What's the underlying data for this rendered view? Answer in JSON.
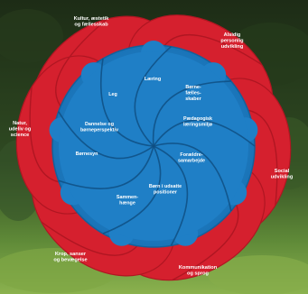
{
  "colors": {
    "outer_ring": "#d5202e",
    "outer_ring_dark": "#b01622",
    "inner_circle": "#1f7fc6",
    "inner_circle_dark": "#15609a",
    "forest_dark": "#1d2c16",
    "forest_mid": "#2f4a22",
    "grass": "#8bb24e"
  },
  "outer_labels": [
    {
      "lines": [
        "Kultur, æstetik",
        "og fællesskab"
      ]
    },
    {
      "lines": [
        "Alsidig",
        "personlig",
        "udvikling"
      ]
    },
    {
      "lines": [
        "Social",
        "udvikling"
      ]
    },
    {
      "lines": [
        "Kommunikation",
        "og sprog"
      ]
    },
    {
      "lines": [
        "Krop, sanser",
        "og bevægelse"
      ]
    },
    {
      "lines": [
        "Natur,",
        "udeliv og",
        "science"
      ]
    }
  ],
  "inner_labels": [
    {
      "lines": [
        "Læring"
      ]
    },
    {
      "lines": [
        "Børne-",
        "fælles-",
        "skaber"
      ]
    },
    {
      "lines": [
        "Pædagogisk",
        "læringsmiljø"
      ]
    },
    {
      "lines": [
        "Forældre-",
        "samarbejde"
      ]
    },
    {
      "lines": [
        "Børn i udsatte",
        "positioner"
      ]
    },
    {
      "lines": [
        "Sammen-",
        "hænge"
      ]
    },
    {
      "lines": [
        "Børnesyn"
      ]
    },
    {
      "lines": [
        "Dannelse og",
        "børneperspektiv"
      ]
    },
    {
      "lines": [
        "Leg"
      ]
    }
  ]
}
